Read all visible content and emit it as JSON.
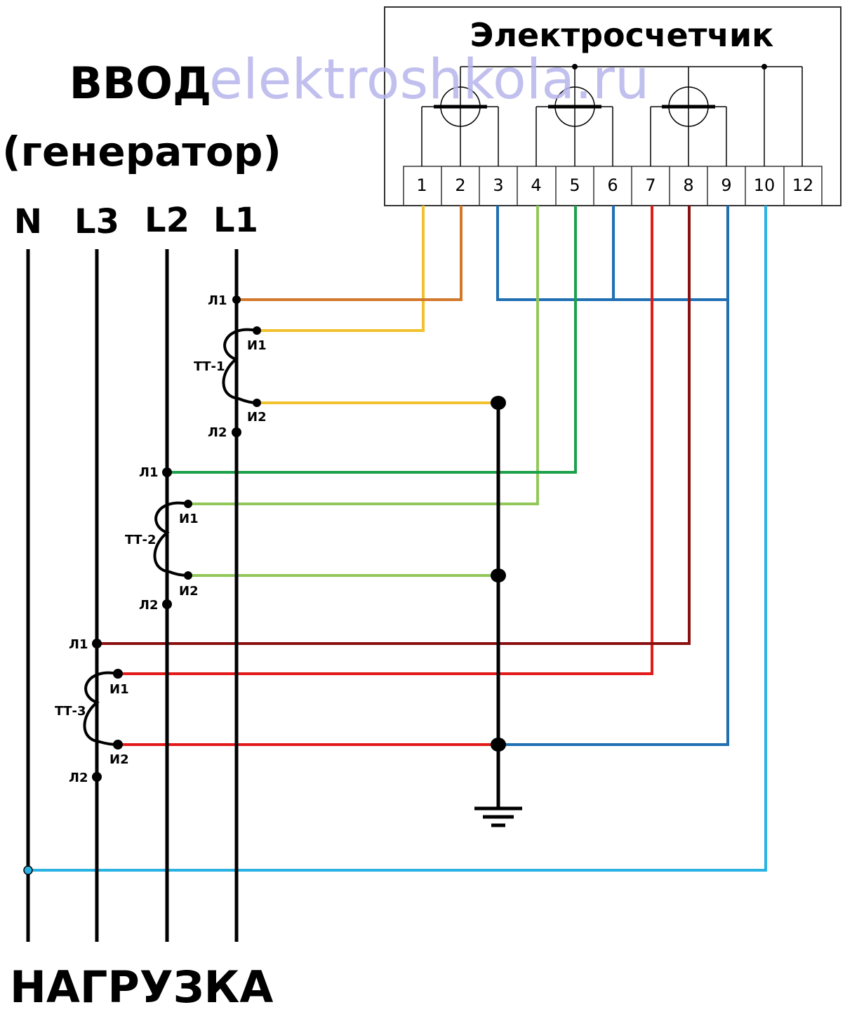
{
  "titles": {
    "input_line1": "ВВОД",
    "input_line2": "(генератор)",
    "load": "НАГРУЗКА",
    "meter": "Электросчетчик",
    "watermark": "elektroshkola.ru"
  },
  "buses": {
    "n": "N",
    "l3": "L3",
    "l2": "L2",
    "l1": "L1"
  },
  "terminals": [
    "1",
    "2",
    "3",
    "4",
    "5",
    "6",
    "7",
    "8",
    "9",
    "10",
    "12"
  ],
  "ct": [
    {
      "name": "ТТ-1",
      "l1": "Л1",
      "l2": "Л2",
      "i1": "И1",
      "i2": "И2"
    },
    {
      "name": "ТТ-2",
      "l1": "Л1",
      "l2": "Л2",
      "i1": "И1",
      "i2": "И2"
    },
    {
      "name": "ТТ-3",
      "l1": "Л1",
      "l2": "Л2",
      "i1": "И1",
      "i2": "И2"
    }
  ],
  "colors": {
    "black": "#000000",
    "orange": "#d2782a",
    "yellow": "#f2c12e",
    "blue": "#1f6fb2",
    "light_green": "#92c85a",
    "green": "#1ca04a",
    "red": "#e21a1a",
    "dark_red": "#8b1010",
    "sky": "#2ab3e2",
    "watermark": "#b7b5ec"
  }
}
